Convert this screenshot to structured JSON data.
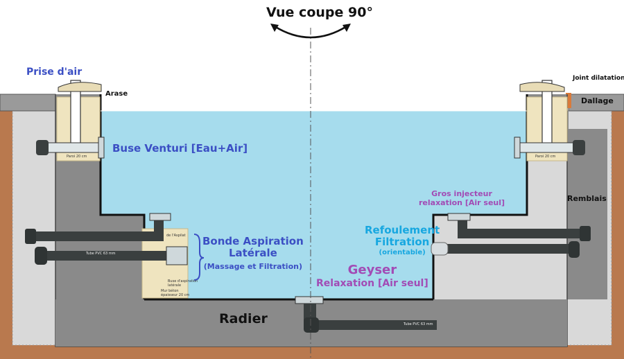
{
  "title": "Vue coupe 90°",
  "labels": {
    "prise_air": "Prise d'air",
    "arase": "Arase",
    "joint_dilatation": "Joint dilatation",
    "dallage": "Dallage",
    "buse_venturi": "Buse Venturi [Eau+Air]",
    "remblais": "Remblais",
    "gros_injecteur_1": "Gros injecteur",
    "gros_injecteur_2": "relaxation [Air seul]",
    "bonde_1": "Bonde Aspiration",
    "bonde_2": "Latérale",
    "bonde_3": "(Massage et Filtration)",
    "refoulement_1": "Refoulement",
    "refoulement_2": "Filtration",
    "refoulement_3": "(orientable)",
    "geyser_1": "Geyser",
    "geyser_2": "Relaxation [Air seul]",
    "radier": "Radier"
  },
  "small_labels": {
    "paroi_left": "Paroi 20 cm",
    "paroi_right": "Paroi 20 cm",
    "tube_left": "Tube PVC 63 mm",
    "tube_bottom": "Tube PVC 63 mm",
    "aspi_top": "de l'Aspilat",
    "buse_aspi_1": "Buse d'aspiration",
    "buse_aspi_2": "latérale",
    "mur_1": "Mur béton",
    "mur_2": "épaisseur 20 cm"
  },
  "colors": {
    "water": "#a6dced",
    "concrete": "#8a8a8a",
    "soil": "#b9794e",
    "backfill": "#d9d9d9",
    "pipe": "#3a3f3f",
    "tan": "#efe4bf",
    "label_blue": "#3b4fc4",
    "label_cyan": "#17a7e0",
    "label_violet": "#a24bb5"
  }
}
